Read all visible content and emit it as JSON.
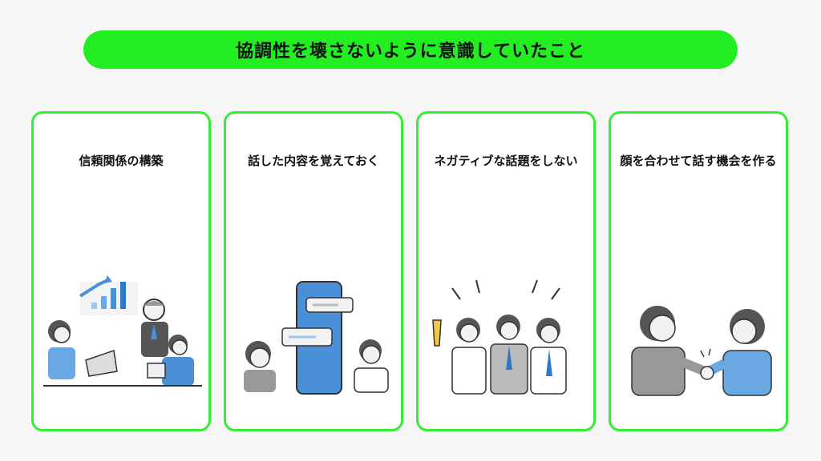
{
  "header": {
    "title": "協調性を壊さないように意識していたこと"
  },
  "cards": [
    {
      "title": "信頼関係の構築",
      "illustration": "meeting-presentation-icon"
    },
    {
      "title": "話した内容を覚えておく",
      "illustration": "chat-smartphone-icon"
    },
    {
      "title": "ネガティブな話題をしない",
      "illustration": "cheering-team-icon"
    },
    {
      "title": "顔を合わせて話す機会を作る",
      "illustration": "handshake-icon"
    }
  ],
  "colors": {
    "accent": "#22ee22",
    "border": "#33ee33",
    "blue": "#4a90d9",
    "dark": "#555555"
  }
}
